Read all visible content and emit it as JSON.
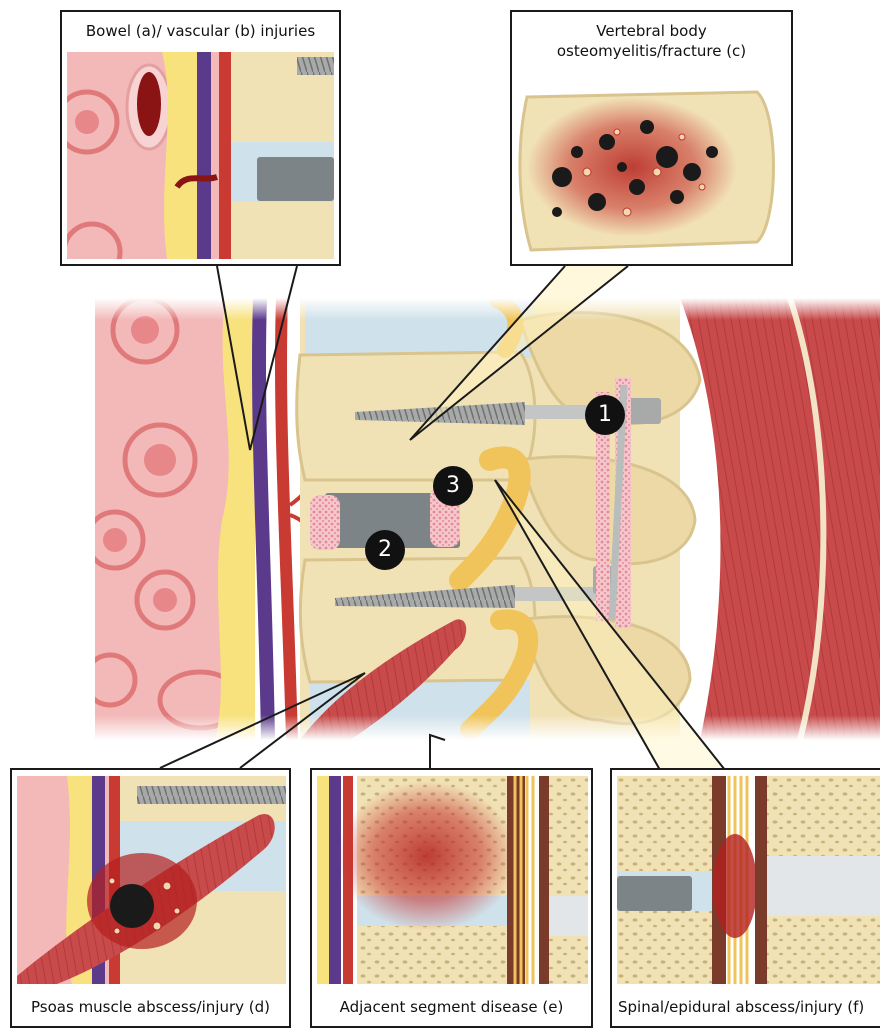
{
  "callouts": {
    "a_b": {
      "title": "Bowel (a)/ vascular (b) injuries"
    },
    "c": {
      "title_line1": "Vertebral body",
      "title_line2": "osteomyelitis/fracture (c)"
    },
    "d": {
      "title": "Psoas muscle abscess/injury (d)"
    },
    "e": {
      "title": "Adjacent segment disease (e)"
    },
    "f": {
      "title": "Spinal/epidural abscess/injury (f)"
    }
  },
  "markers": {
    "one": "1",
    "two": "2",
    "three": "3"
  },
  "colors": {
    "bone": "#f1e2b6",
    "bone_edge": "#d9c48e",
    "bowel": "#f3b8b8",
    "bowel_wall": "#e07a7a",
    "fat": "#f8e27e",
    "vein": "#5b3a8c",
    "artery": "#c83a32",
    "muscle": "#c94a4a",
    "disc": "#cfe1ea",
    "implant": "#7d8488",
    "graft": "#f2b8c0",
    "infection": "#b3201e",
    "nerve": "#f0c45a"
  }
}
